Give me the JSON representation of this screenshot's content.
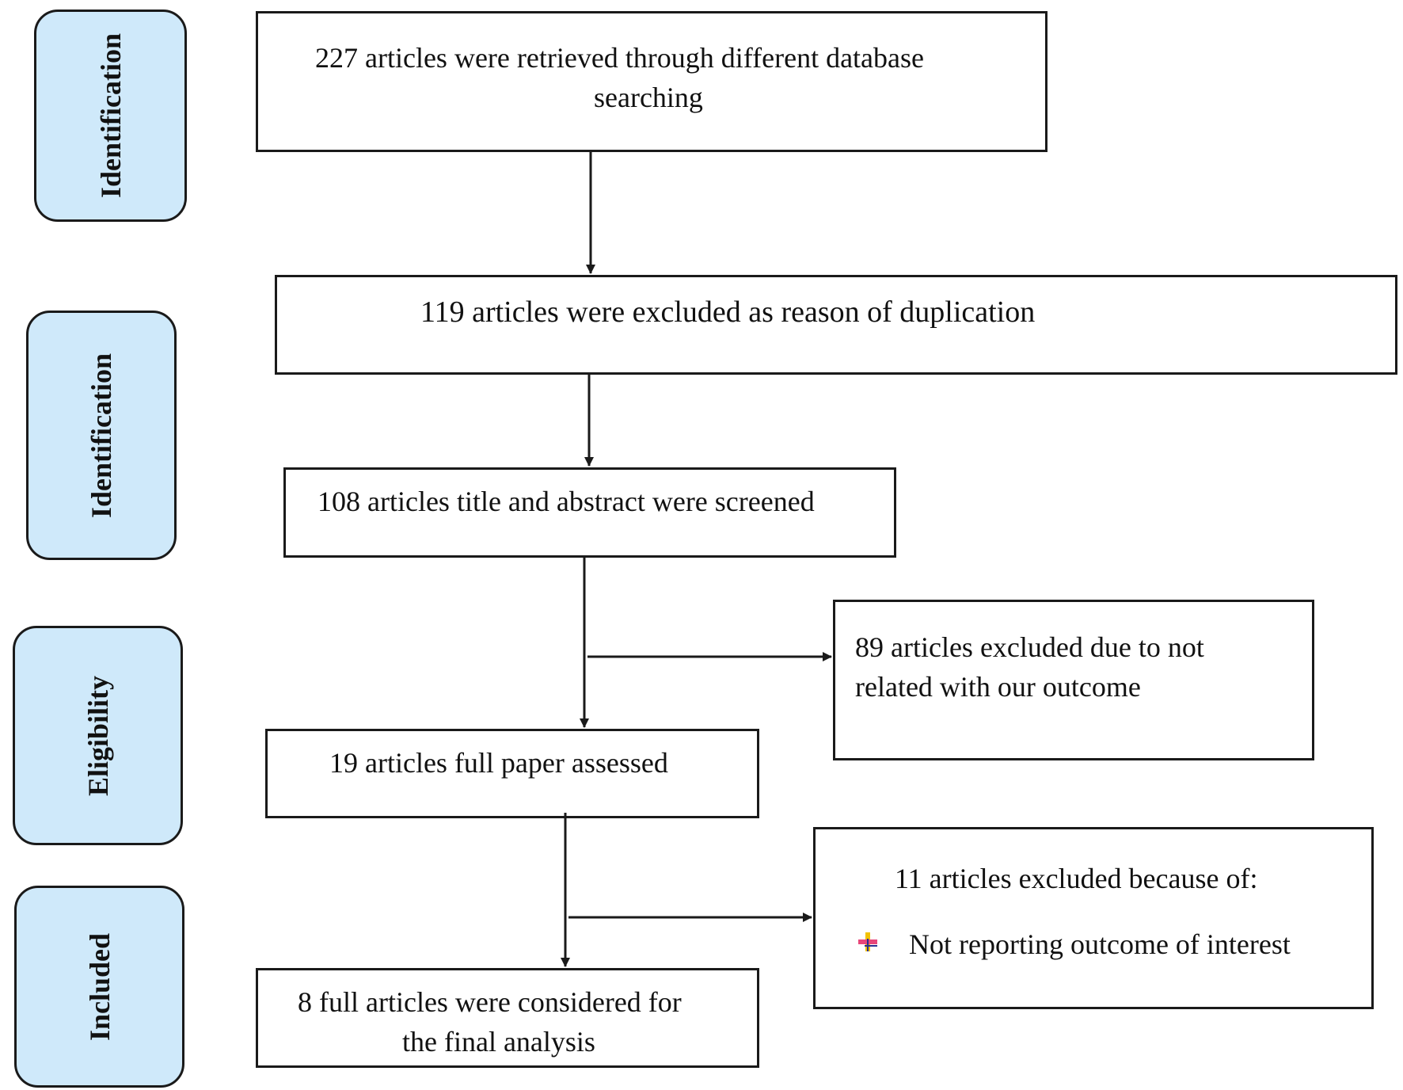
{
  "phases": [
    {
      "label": "Identification"
    },
    {
      "label": "Identification"
    },
    {
      "label": "Eligibility"
    },
    {
      "label": "Included"
    }
  ],
  "boxes": {
    "retrieved": {
      "line1": "227 articles were retrieved through different database",
      "line2": "searching"
    },
    "duplicates": {
      "text": "119 articles were excluded as reason of duplication"
    },
    "screened": {
      "text": "108 articles title and abstract were screened"
    },
    "excluded_unrelated": {
      "line1": "89 articles excluded due to not",
      "line2": "related with our outcome"
    },
    "full_paper": {
      "text": "19 articles full paper assessed"
    },
    "excluded_reasons": {
      "heading": "11 articles excluded because of:",
      "items": [
        "Not reporting outcome of interest"
      ]
    },
    "final": {
      "line1": "8 full articles were considered for",
      "line2": "the final analysis"
    }
  },
  "colors": {
    "phase_fill": "#cfe9fa",
    "stroke": "#1a1a1a"
  },
  "icons": {
    "bullet": "plus-bullet-icon"
  }
}
